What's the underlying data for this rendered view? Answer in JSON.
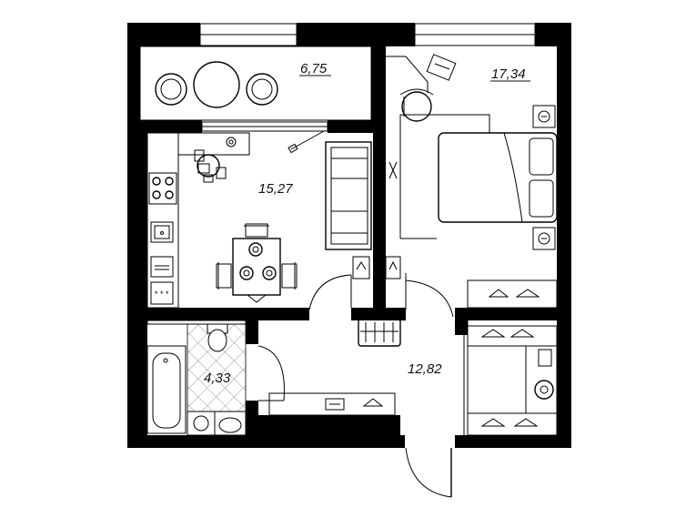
{
  "rooms": {
    "balcony": {
      "area": "6,75"
    },
    "kitchen_living": {
      "area": "15,27"
    },
    "bedroom": {
      "area": "17,34"
    },
    "hall": {
      "area": "12,82"
    },
    "bathroom": {
      "area": "4,33"
    }
  },
  "colors": {
    "wall": "#000000",
    "line": "#000000",
    "background": "#ffffff",
    "tile": "#9a9a9a"
  }
}
